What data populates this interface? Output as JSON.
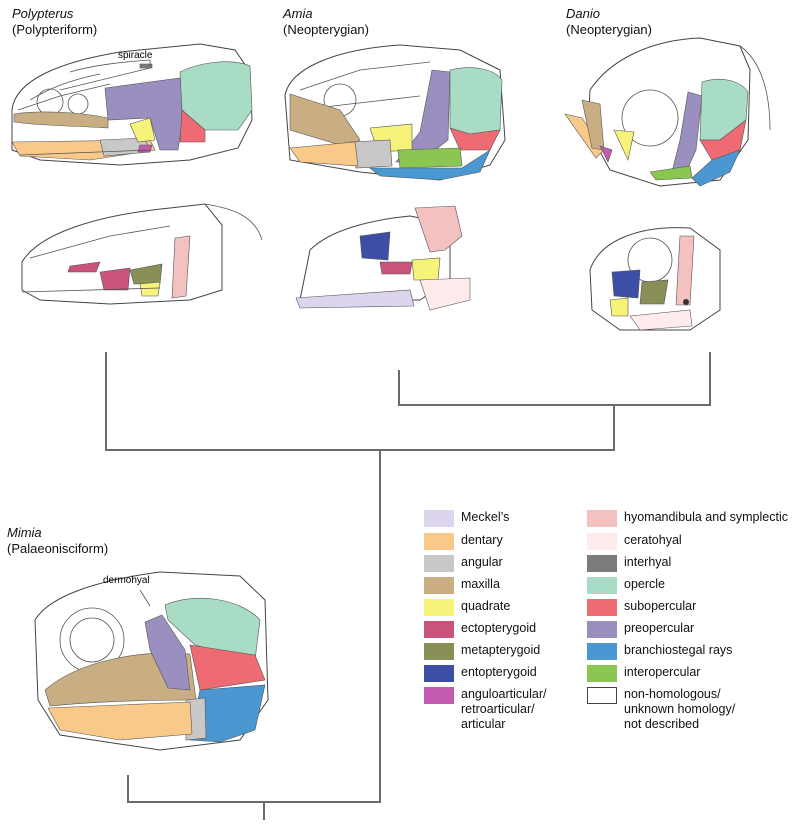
{
  "colors": {
    "meckels": "#ddd4ee",
    "dentary": "#f9c98a",
    "angular": "#c8c8c8",
    "maxilla": "#c8ae82",
    "quadrate": "#f6f27a",
    "ectopterygoid": "#c9537a",
    "metapterygoid": "#8a8f58",
    "entopterygoid": "#3d4ea7",
    "anguloarticular": "#c35bb0",
    "hyomandibula": "#f4c1c1",
    "ceratohyal": "#fdeceb",
    "interhyal": "#7b7b7b",
    "opercle": "#a9dcc4",
    "subopercular": "#ee6b73",
    "preopercular": "#9a8fbe",
    "branchiostegal": "#4a97d2",
    "interopercular": "#8bc653",
    "outline": "#444444",
    "tree": "#6b6b6b"
  },
  "taxa": {
    "polypterus": {
      "genus": "Polypterus",
      "group": "(Polypteriform)"
    },
    "amia": {
      "genus": "Amia",
      "group": "(Neopterygian)"
    },
    "danio": {
      "genus": "Danio",
      "group": "(Neopterygian)"
    },
    "mimia": {
      "genus": "Mimia",
      "group": "(Palaeonisciform)"
    }
  },
  "annotations": {
    "spiracle": "spiracle",
    "dermohyal": "dermohyal"
  },
  "legend": {
    "left": [
      {
        "key": "meckels",
        "label": "Meckel’s"
      },
      {
        "key": "dentary",
        "label": "dentary"
      },
      {
        "key": "angular",
        "label": "angular"
      },
      {
        "key": "maxilla",
        "label": "maxilla"
      },
      {
        "key": "quadrate",
        "label": "quadrate"
      },
      {
        "key": "ectopterygoid",
        "label": "ectopterygoid"
      },
      {
        "key": "metapterygoid",
        "label": "metapterygoid"
      },
      {
        "key": "entopterygoid",
        "label": "entopterygoid"
      },
      {
        "key": "anguloarticular",
        "label": "anguloarticular/\nretroarticular/\narticular"
      }
    ],
    "right": [
      {
        "key": "hyomandibula",
        "label": "hyomandibula and symplectic"
      },
      {
        "key": "ceratohyal",
        "label": "ceratohyal"
      },
      {
        "key": "interhyal",
        "label": "interhyal"
      },
      {
        "key": "opercle",
        "label": "opercle"
      },
      {
        "key": "subopercular",
        "label": "subopercular"
      },
      {
        "key": "preopercular",
        "label": "preopercular"
      },
      {
        "key": "branchiostegal",
        "label": "branchiostegal rays"
      },
      {
        "key": "interopercular",
        "label": "interopercular"
      },
      {
        "key": "outline",
        "label": "non-homologous/\nunknown homology/\nnot described"
      }
    ]
  }
}
